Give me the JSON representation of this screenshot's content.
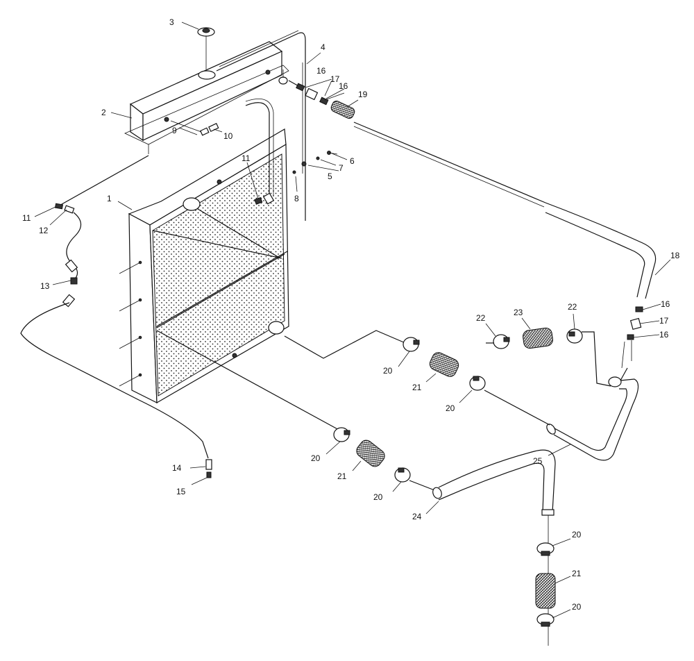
{
  "diagram": {
    "callouts": [
      "1",
      "2",
      "3",
      "4",
      "5",
      "6",
      "7",
      "8",
      "9",
      "10",
      "11",
      "11",
      "12",
      "13",
      "14",
      "15",
      "16",
      "16",
      "16",
      "16",
      "17",
      "17",
      "18",
      "19",
      "20",
      "20",
      "20",
      "20",
      "20",
      "20",
      "21",
      "21",
      "21",
      "22",
      "22",
      "23",
      "24",
      "25"
    ]
  },
  "colors": {
    "ink": "#111111",
    "background": "#ffffff"
  }
}
